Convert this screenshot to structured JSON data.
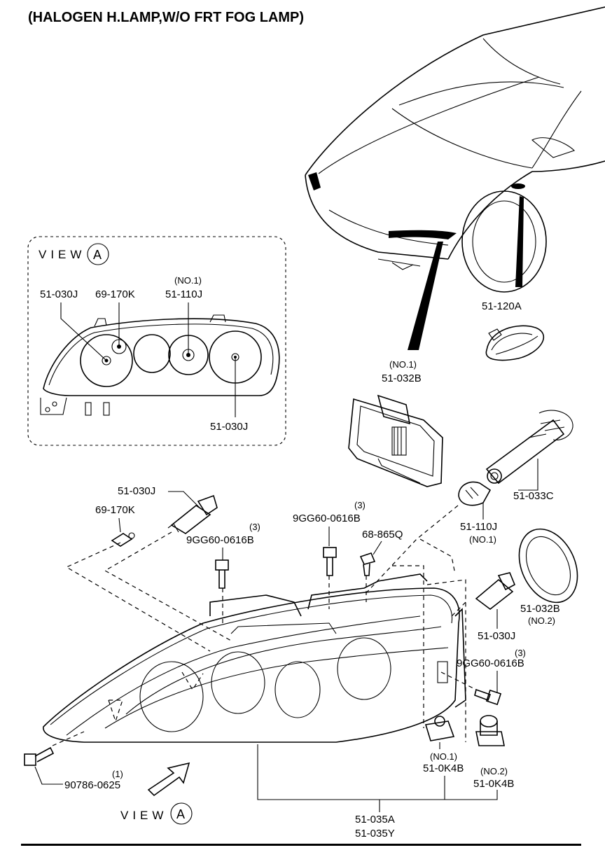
{
  "title": "(HALOGEN H.LAMP,W/O FRT FOG LAMP)",
  "view_marker": {
    "prefix": "VIEW",
    "letter": "A"
  },
  "inset": {
    "labels": {
      "a": "51-030J",
      "b": "69-170K",
      "c_note": "(NO.1)",
      "c": "51-110J",
      "d": "51-030J"
    }
  },
  "parts": {
    "p51_120A": "51-120A",
    "p51_032B_top_note": "(NO.1)",
    "p51_032B_top": "51-032B",
    "p51_033C": "51-033C",
    "p51_110J_note": "(NO.1)",
    "p51_110J": "51-110J",
    "p51_030J_left": "51-030J",
    "p69_170K": "69-170K",
    "p9GG_a_qty": "(3)",
    "p9GG_a": "9GG60-0616B",
    "p9GG_b_qty": "(3)",
    "p9GG_b": "9GG60-0616B",
    "p68_865Q": "68-865Q",
    "p51_032B_right": "51-032B",
    "p51_032B_right_note": "(NO.2)",
    "p51_030J_right": "51-030J",
    "p9GG_c_qty": "(3)",
    "p9GG_c": "9GG60-0616B",
    "p51_0K4B_1_note": "(NO.1)",
    "p51_0K4B_1": "51-0K4B",
    "p51_0K4B_2_note": "(NO.2)",
    "p51_0K4B_2": "51-0K4B",
    "p90786_qty": "(1)",
    "p90786": "90786-0625",
    "p51_035A": "51-035A",
    "p51_035Y": "51-035Y"
  }
}
